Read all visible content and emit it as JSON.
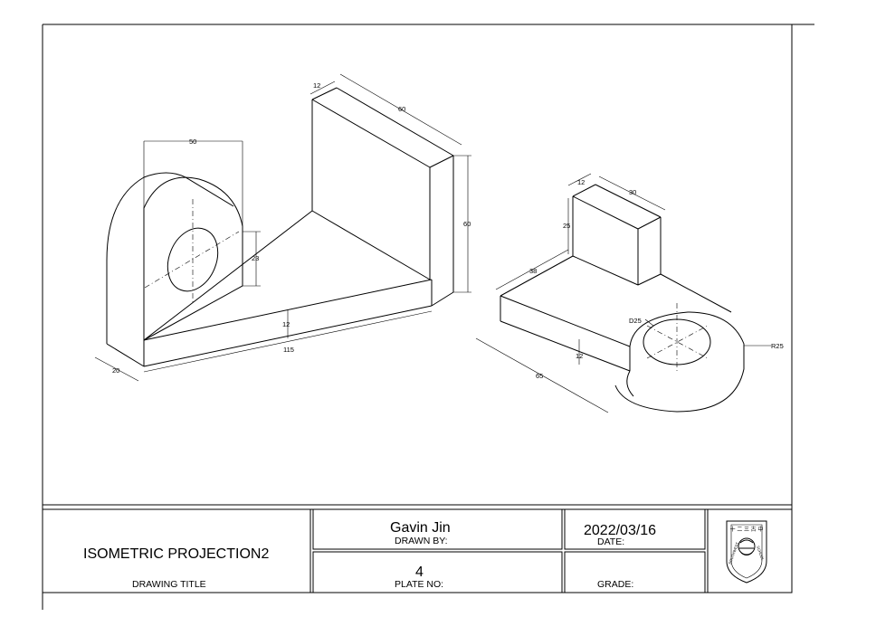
{
  "dimensions": {
    "left": [
      "12",
      "60",
      "50",
      "60",
      "23",
      "12",
      "115",
      "20"
    ],
    "right": [
      "12",
      "30",
      "25",
      "38",
      "D25",
      "R25",
      "12",
      "65"
    ]
  },
  "title_block": {
    "drawing_title": "ISOMETRIC PROJECTION2",
    "drawing_title_label": "DRAWING TITLE",
    "drawn_by": "Gavin Jin",
    "drawn_by_label": "DRAWN BY:",
    "date": "2022/03/16",
    "date_label": "DATE:",
    "plate_no": "4",
    "plate_no_label": "PLATE NO:",
    "grade": "",
    "grade_label": "GRADE:"
  },
  "school_logo": {
    "icon": "school-emblem-icon"
  }
}
